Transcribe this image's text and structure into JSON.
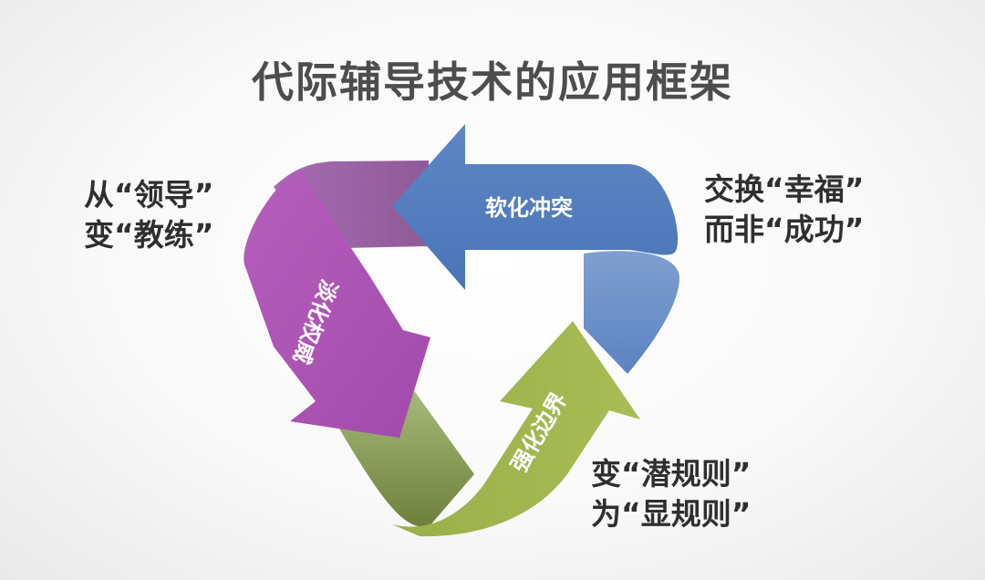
{
  "title": "代际辅导技术的应用框架",
  "cycle": {
    "top_arrow": {
      "label": "软化冲突",
      "color": "#4f7cbd"
    },
    "left_arrow": {
      "label": "淡化权威",
      "color": "#ab55b4"
    },
    "right_arrow": {
      "label": "强化边界",
      "color": "#9ab24b"
    }
  },
  "notes": {
    "top_left": [
      "从“领导”",
      "变“教练”"
    ],
    "top_right": [
      "交换“幸福”",
      "而非“成功”"
    ],
    "bottom_right": [
      "变“潜规则”",
      "为“显规则”"
    ]
  }
}
